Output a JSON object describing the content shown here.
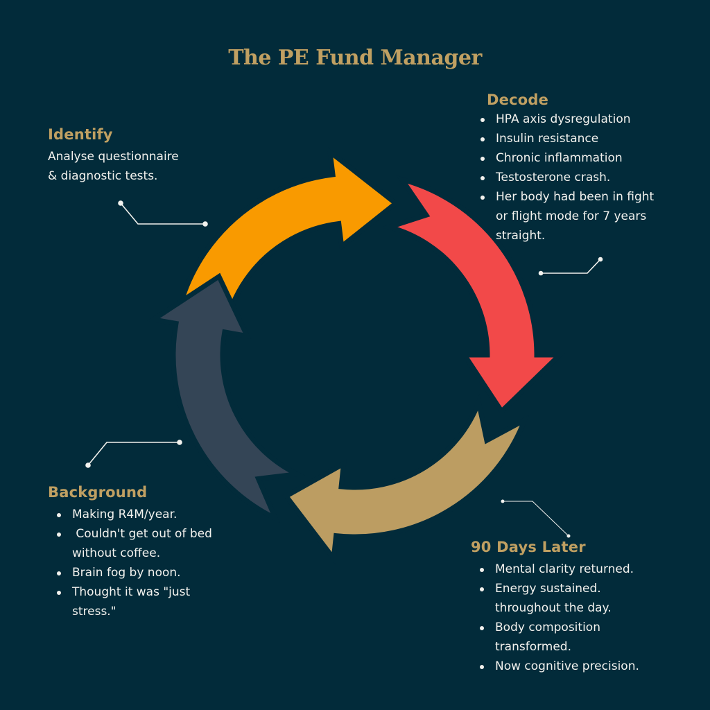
{
  "title": "The PE Fund Manager",
  "colors": {
    "background": "#022b3a",
    "heading": "#c0a062",
    "text": "#f2f2ee",
    "arrow_identify": "#f99a00",
    "arrow_decode": "#f24949",
    "arrow_later": "#bc9d62",
    "arrow_background": "#344556"
  },
  "stages": {
    "identify": {
      "heading": "Identify",
      "lines": [
        "Analyse questionnaire",
        "& diagnostic tests."
      ]
    },
    "decode": {
      "heading": "Decode",
      "bullets": [
        "HPA axis dysregulation",
        "Insulin resistance",
        "Chronic inflammation",
        "Testosterone crash.",
        "Her body had been in fight or flight mode for 7 years straight."
      ]
    },
    "background": {
      "heading": "Background",
      "bullets": [
        "Making R4M/year.",
        " Couldn't get out of bed without coffee.",
        "Brain fog by noon.",
        "Thought it was \"just stress.\""
      ]
    },
    "later": {
      "heading": "90 Days Later",
      "bullets": [
        "Mental clarity returned.",
        "Energy sustained. throughout the day.",
        "Body composition transformed.",
        "Now cognitive precision."
      ]
    }
  },
  "cycle_order": [
    "identify",
    "decode",
    "later",
    "background"
  ]
}
